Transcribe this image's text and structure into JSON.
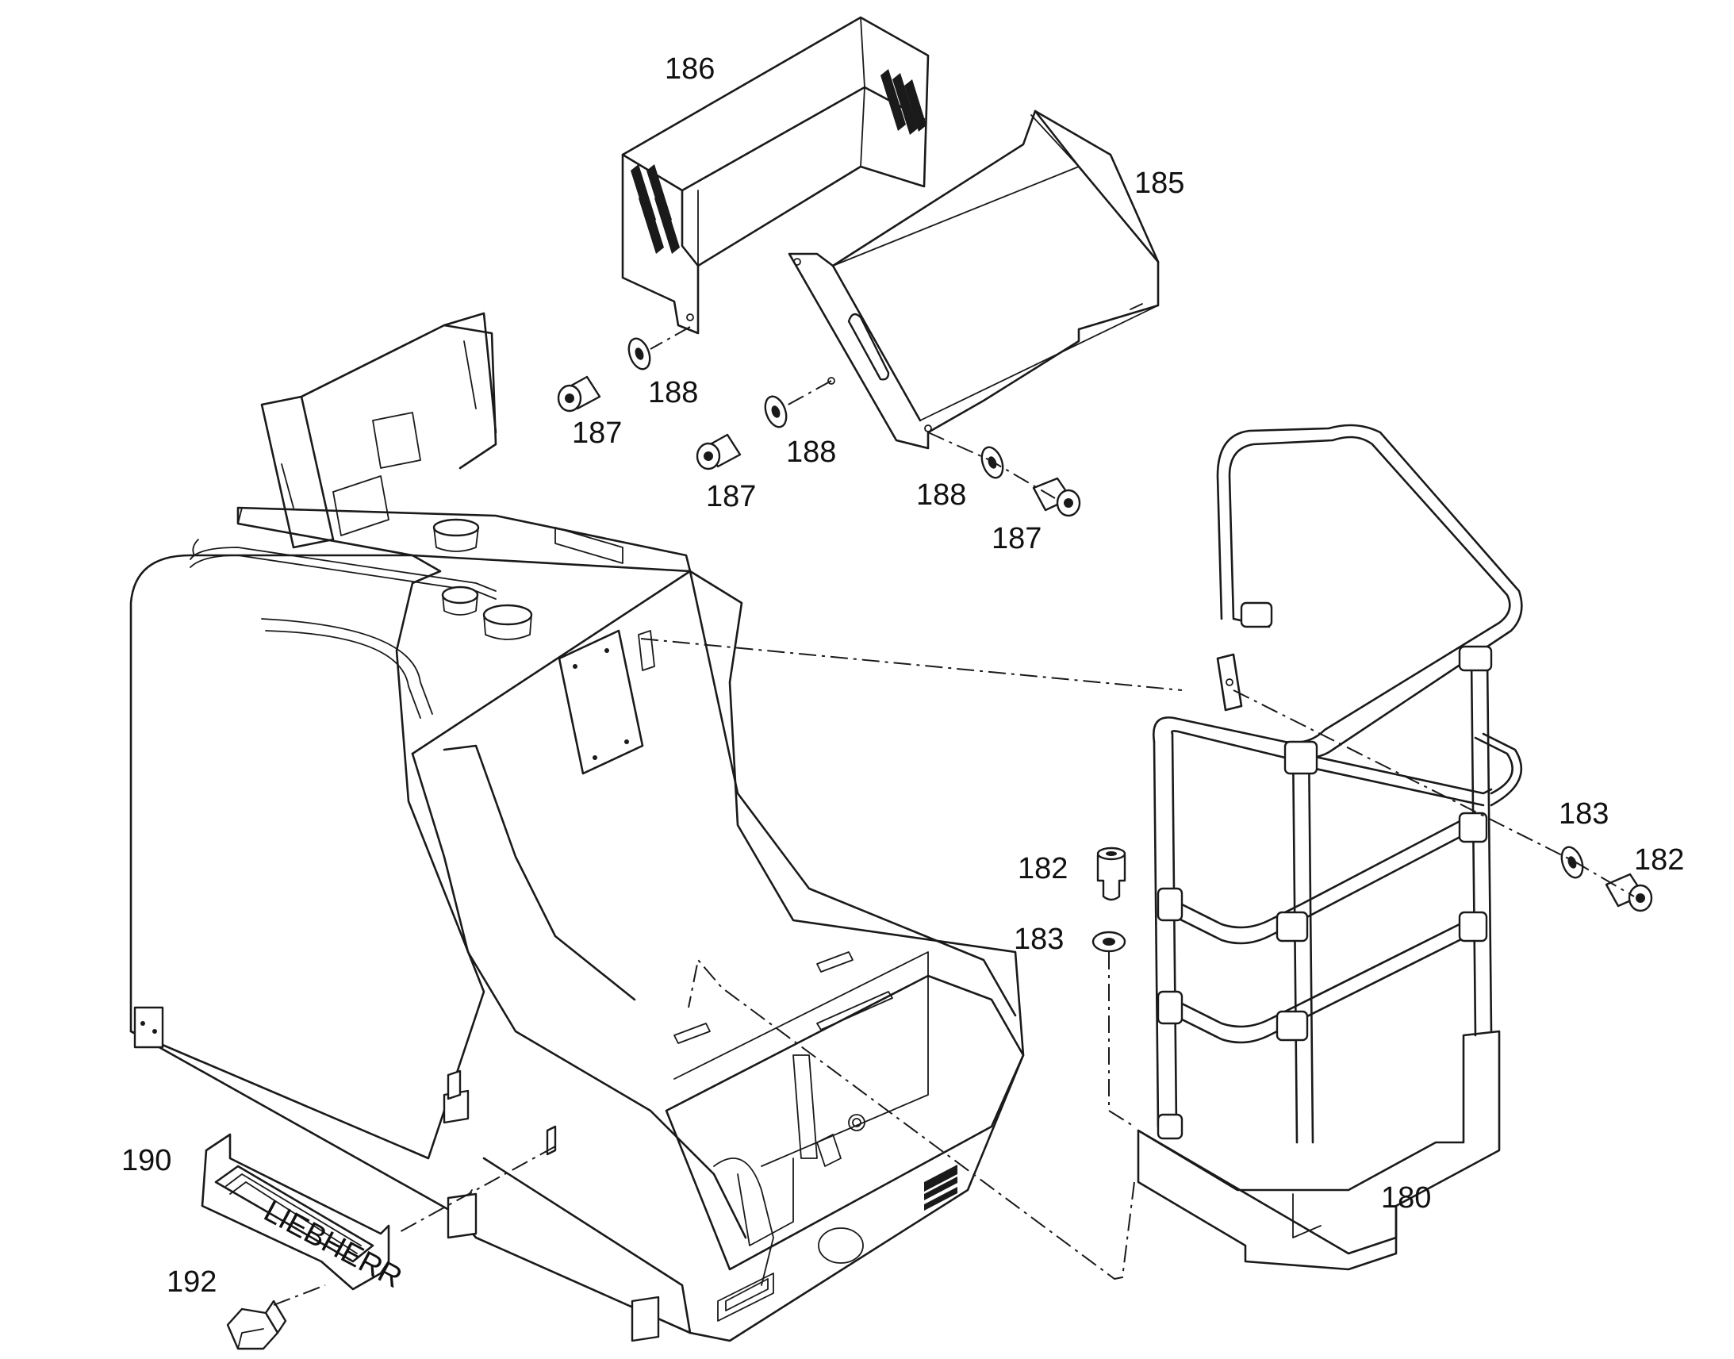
{
  "diagram": {
    "type": "exploded-parts-view",
    "callouts": {
      "c180": "180",
      "c182a": "182",
      "c182b": "182",
      "c183a": "183",
      "c183b": "183",
      "c185": "185",
      "c186": "186",
      "c187a": "187",
      "c187b": "187",
      "c187c": "187",
      "c188a": "188",
      "c188b": "188",
      "c188c": "188",
      "c190": "190",
      "c192": "192"
    },
    "colors": {
      "line": "#1a1a1a",
      "background": "#ffffff"
    }
  }
}
